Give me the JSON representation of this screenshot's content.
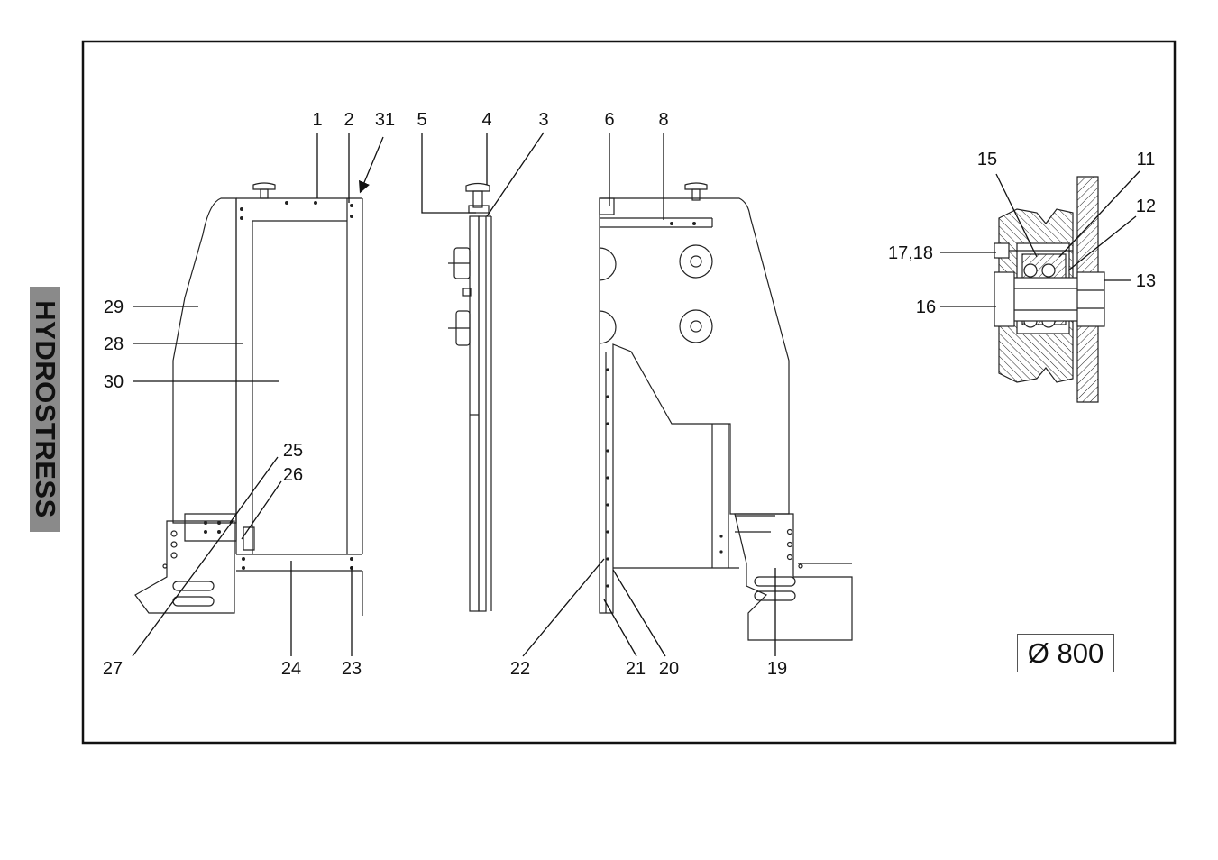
{
  "brand": "HYDROSTRESS",
  "diameter_label": "Ø 800",
  "callouts": [
    {
      "id": "c1",
      "text": "1"
    },
    {
      "id": "c2",
      "text": "2"
    },
    {
      "id": "c31",
      "text": "31"
    },
    {
      "id": "c5",
      "text": "5"
    },
    {
      "id": "c4",
      "text": "4"
    },
    {
      "id": "c3",
      "text": "3"
    },
    {
      "id": "c6",
      "text": "6"
    },
    {
      "id": "c8",
      "text": "8"
    },
    {
      "id": "c15",
      "text": "15"
    },
    {
      "id": "c11",
      "text": "11"
    },
    {
      "id": "c12",
      "text": "12"
    },
    {
      "id": "c1718",
      "text": "17,18"
    },
    {
      "id": "c13",
      "text": "13"
    },
    {
      "id": "c16",
      "text": "16"
    },
    {
      "id": "c29",
      "text": "29"
    },
    {
      "id": "c28",
      "text": "28"
    },
    {
      "id": "c30",
      "text": "30"
    },
    {
      "id": "c25",
      "text": "25"
    },
    {
      "id": "c26",
      "text": "26"
    },
    {
      "id": "c27",
      "text": "27"
    },
    {
      "id": "c24",
      "text": "24"
    },
    {
      "id": "c23",
      "text": "23"
    },
    {
      "id": "c22",
      "text": "22"
    },
    {
      "id": "c21",
      "text": "21"
    },
    {
      "id": "c20",
      "text": "20"
    },
    {
      "id": "c19",
      "text": "19"
    }
  ]
}
